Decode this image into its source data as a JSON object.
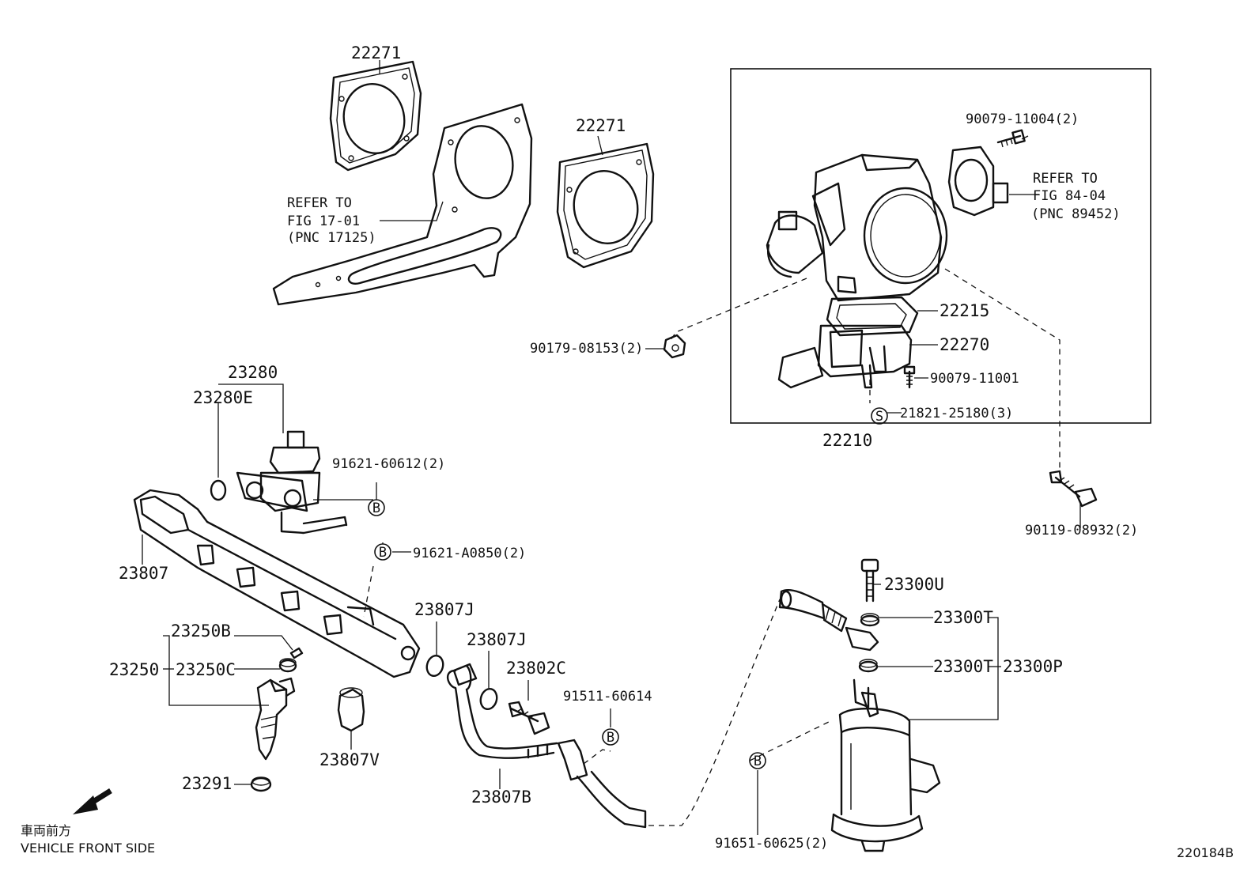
{
  "title_code": "220184B",
  "front_note": {
    "jp": "車両前方",
    "en": "VEHICLE FRONT SIDE"
  },
  "refer_17": {
    "line1": "REFER TO",
    "line2": "FIG 17-01",
    "line3": "(PNC 17125)"
  },
  "refer_84": {
    "line1": "REFER TO",
    "line2": "FIG 84-04",
    "line3": "(PNC 89452)"
  },
  "circle_b": "B",
  "circle_s": "S",
  "labels": {
    "p22271a": "22271",
    "p22271b": "22271",
    "p90079_11004": "90079-11004(2)",
    "p22215": "22215",
    "p22270": "22270",
    "p90079_11001": "90079-11001",
    "p21821": "21821-25180(3)",
    "p22210": "22210",
    "p90179": "90179-08153(2)",
    "p90119": "90119-08932(2)",
    "p23280": "23280",
    "p23280E": "23280E",
    "p91621_60612": "91621-60612(2)",
    "p91621_A0850": "91621-A0850(2)",
    "p23807": "23807",
    "p23807J_a": "23807J",
    "p23807J_b": "23807J",
    "p23802C": "23802C",
    "p91511": "91511-60614",
    "p23250B": "23250B",
    "p23250": "23250",
    "p23250C": "23250C",
    "p23807V": "23807V",
    "p23291": "23291",
    "p23807B": "23807B",
    "p23300U": "23300U",
    "p23300T_a": "23300T",
    "p23300T_b": "23300T",
    "p23300P": "23300P",
    "p91651": "91651-60625(2)"
  }
}
